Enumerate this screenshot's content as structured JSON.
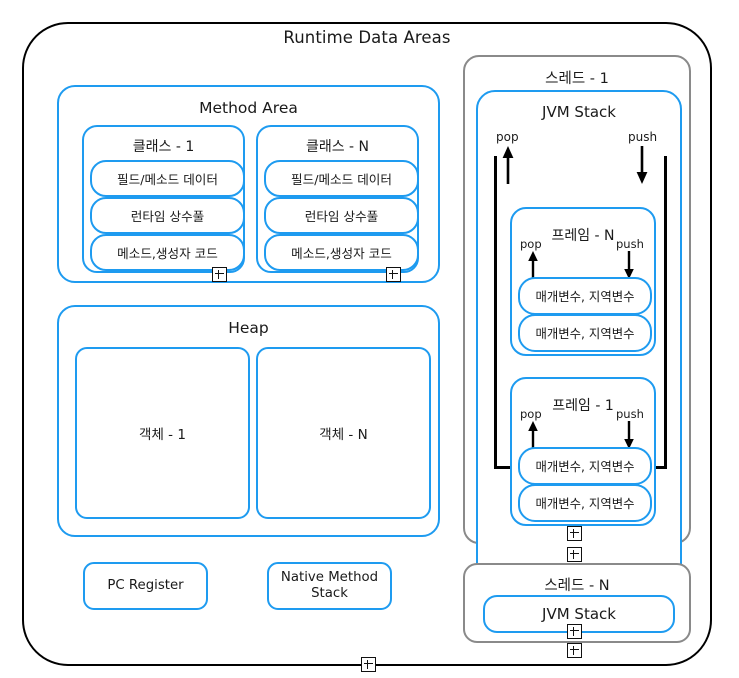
{
  "diagram": {
    "title": "Runtime Data Areas",
    "colors": {
      "accent_blue": "#1E9BF0",
      "outline_black": "#000000",
      "thread_gray": "#8A8A8A",
      "background": "#FFFFFF"
    }
  },
  "method_area": {
    "label": "Method Area",
    "classes": [
      {
        "label": "클래스 - 1",
        "rows": [
          "필드/메소드 데이터",
          "런타임 상수풀",
          "메소드,생성자 코드"
        ],
        "collapse_icon": "plus-icon"
      },
      {
        "label": "클래스 - N",
        "rows": [
          "필드/메소드 데이터",
          "런타임 상수풀",
          "메소드,생성자 코드"
        ],
        "collapse_icon": "plus-icon"
      }
    ]
  },
  "heap": {
    "label": "Heap",
    "objects": [
      "객체 - 1",
      "객체 - N"
    ]
  },
  "pc_register": {
    "label": "PC Register"
  },
  "native_method_stack": {
    "label": "Native Method Stack"
  },
  "thread_1": {
    "label": "스레드 - 1",
    "stack": {
      "label": "JVM Stack",
      "pop_label": "pop",
      "push_label": "push",
      "frames": [
        {
          "label": "프레임 - N",
          "pop_label": "pop",
          "push_label": "push",
          "vars": [
            "매개변수, 지역변수",
            "매개변수, 지역변수"
          ]
        },
        {
          "label": "프레임 - 1",
          "pop_label": "pop",
          "push_label": "push",
          "vars": [
            "매개변수, 지역변수",
            "매개변수, 지역변수"
          ]
        }
      ]
    }
  },
  "thread_n": {
    "label": "스레드 - N",
    "stack": {
      "label": "JVM Stack"
    }
  }
}
